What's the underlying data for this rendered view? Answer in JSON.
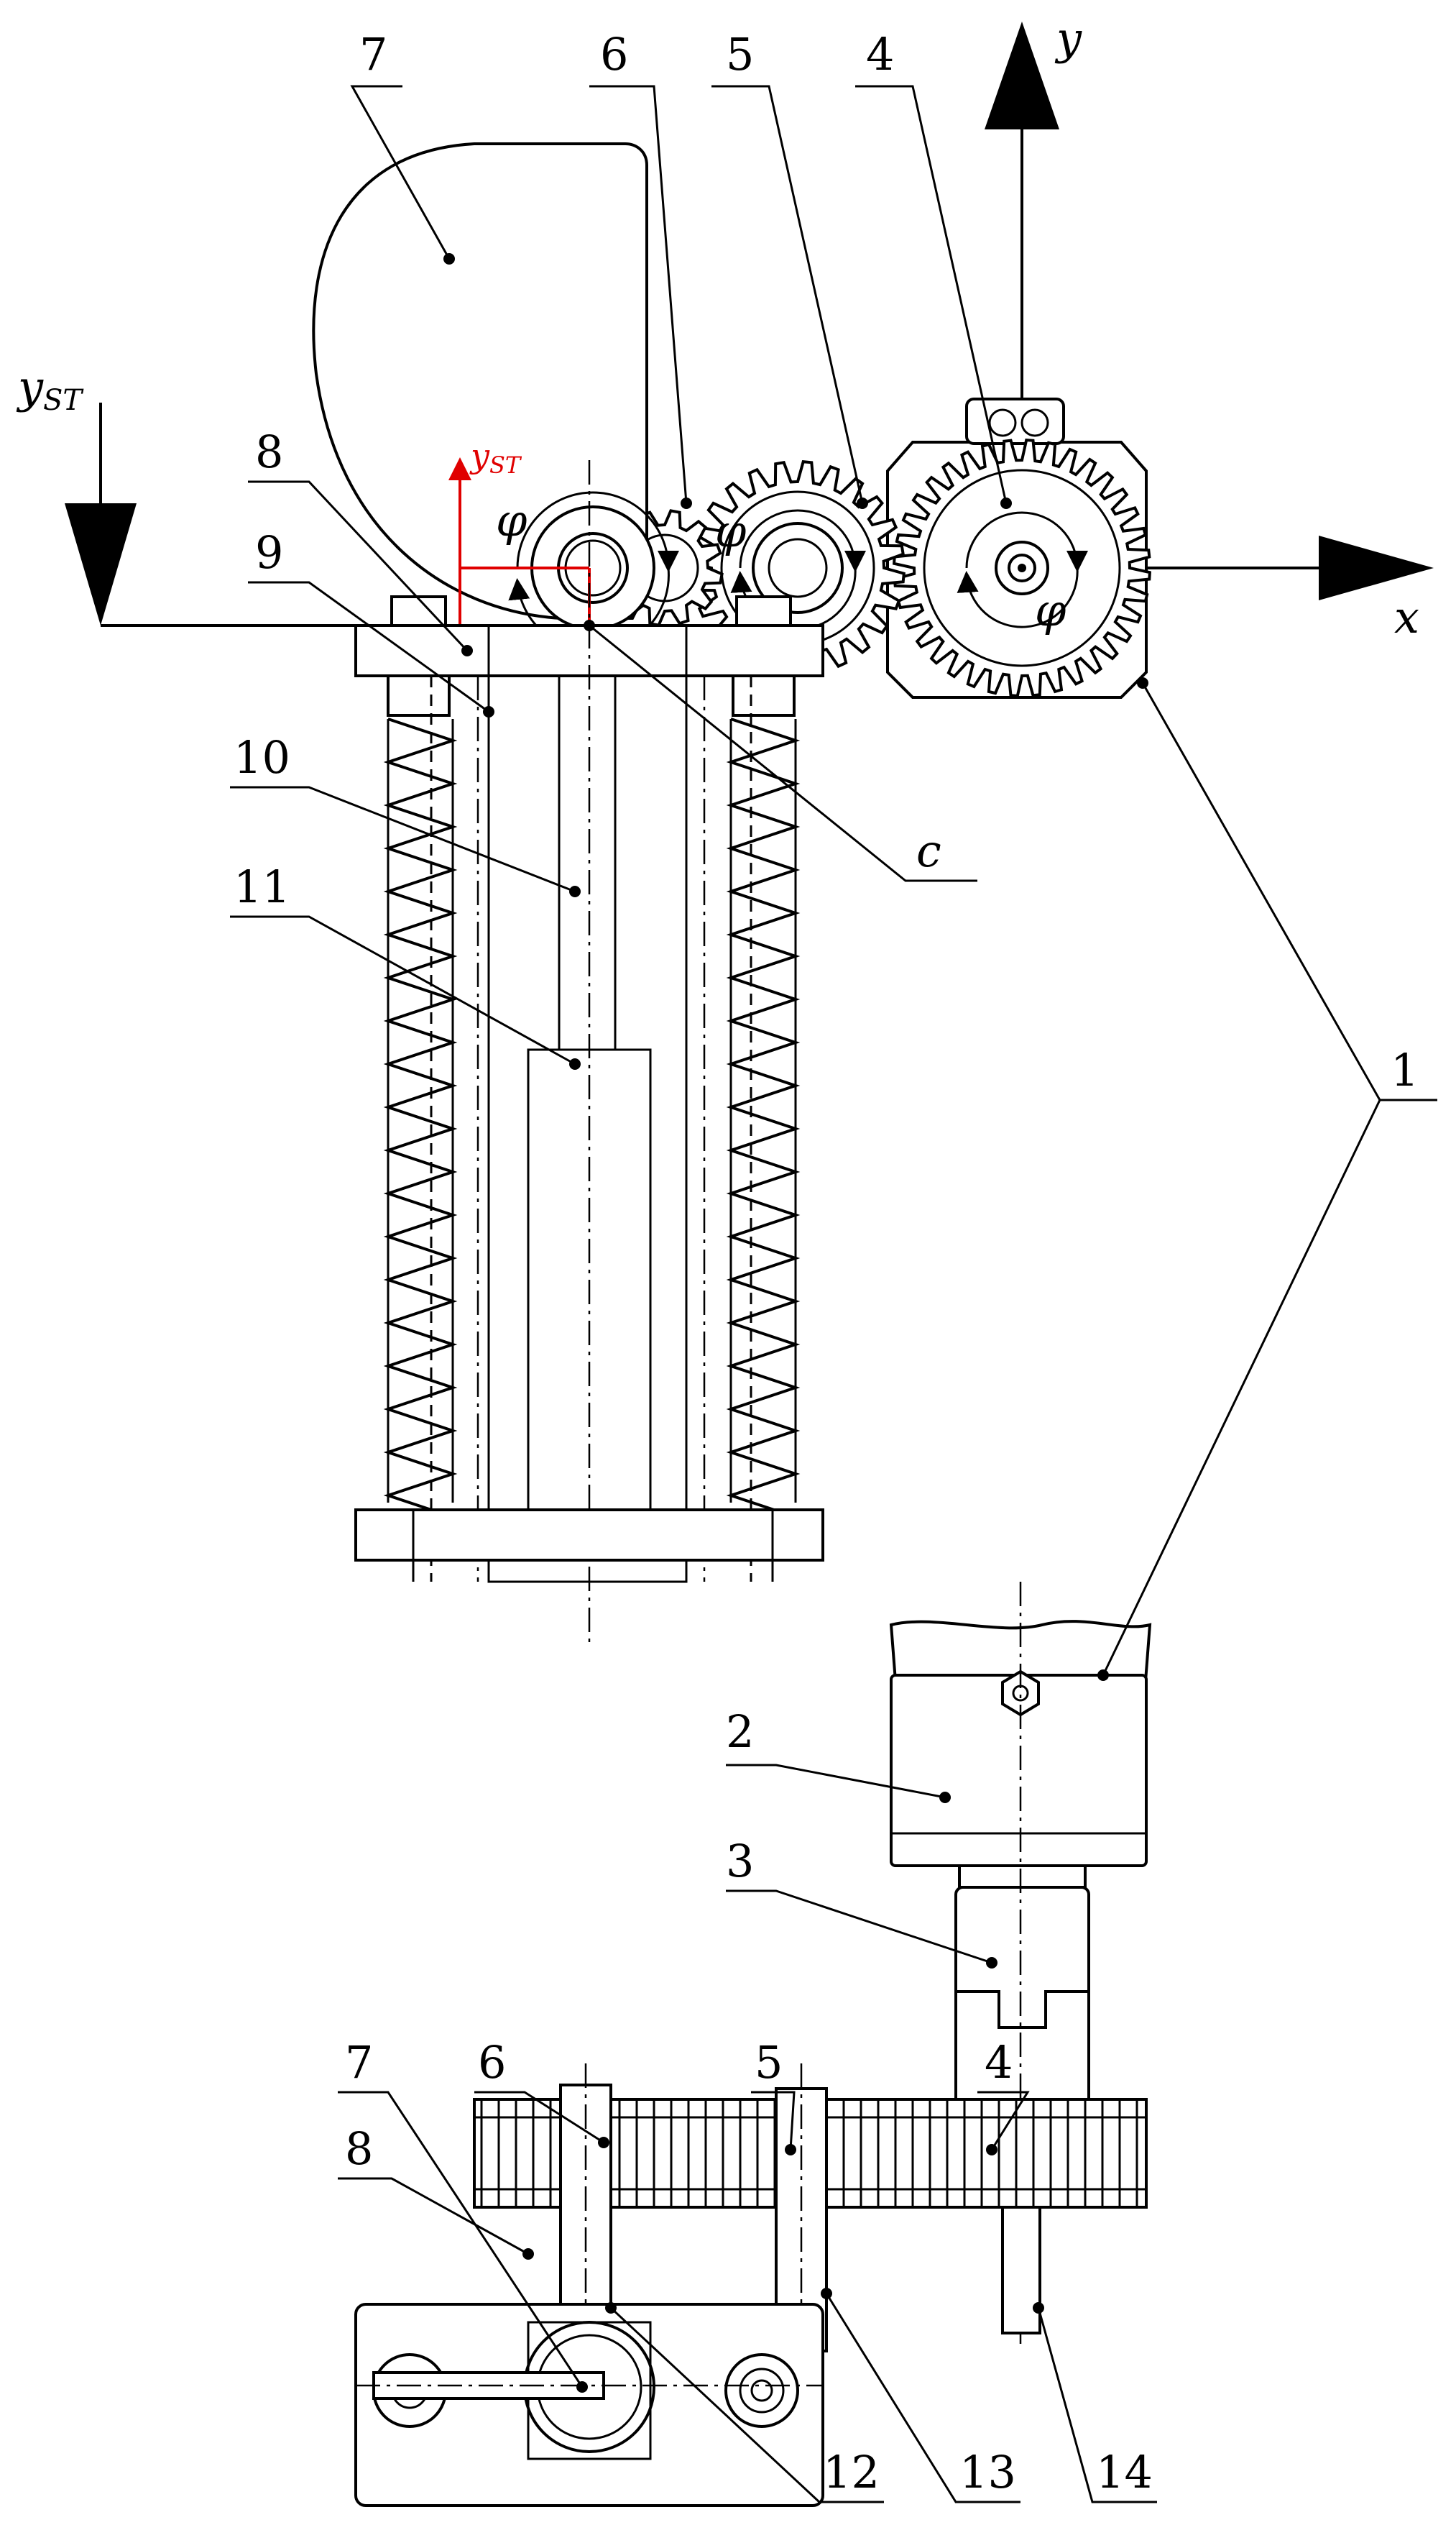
{
  "accent_color": "#e00000",
  "axes": {
    "x": "x",
    "y": "y",
    "y_st": "y",
    "y_st_sub": "ST",
    "phi": "φ",
    "c": "c"
  },
  "parts": {
    "p1": "1",
    "p2": "2",
    "p3": "3",
    "p4": "4",
    "p5": "5",
    "p6": "6",
    "p7": "7",
    "p8": "8",
    "p9": "9",
    "p10": "10",
    "p11": "11",
    "p12": "12",
    "p13": "13",
    "p14": "14"
  }
}
